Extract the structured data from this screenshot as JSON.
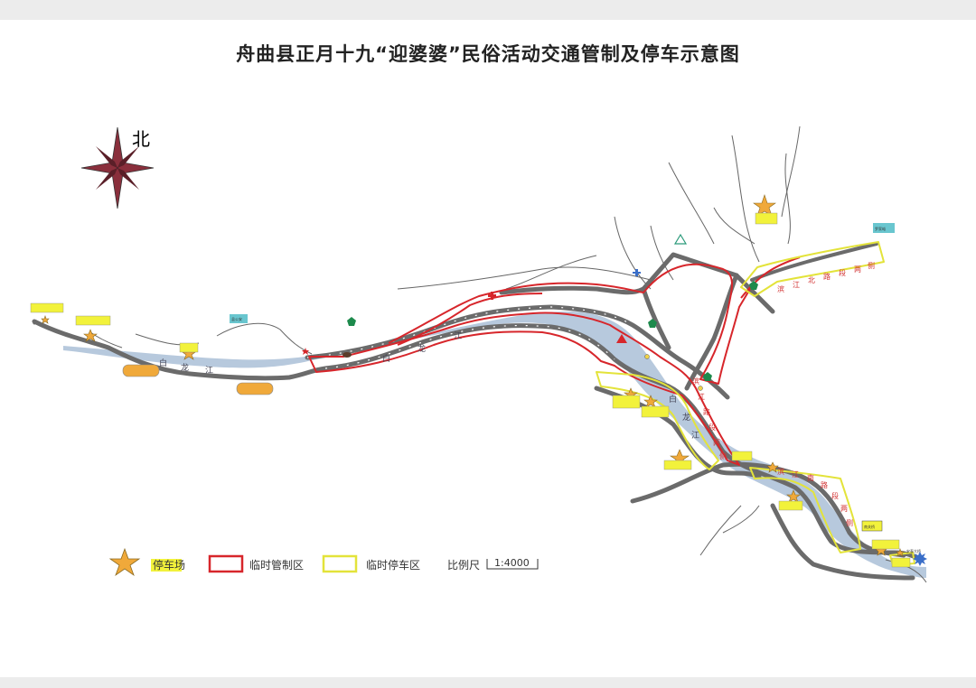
{
  "title": "舟曲县正月十九“迎婆婆”民俗活动交通管制及停车示意图",
  "compass": {
    "label": "北"
  },
  "river_name_chars": [
    "白",
    "龙",
    "江"
  ],
  "road_labels": {
    "north_road_chars": [
      "滨",
      "江",
      "北",
      "路",
      "段",
      "两",
      "侧"
    ],
    "south_road_chars": [
      "滨",
      "江",
      "路",
      "段",
      "两",
      "侧",
      "停",
      "放"
    ],
    "east_south_chars": [
      "滨",
      "江",
      "南",
      "路",
      "段",
      "两",
      "侧"
    ]
  },
  "legend": {
    "parking_lot": "停车场",
    "control_zone": "临时管制区",
    "temp_parking": "临时停车区",
    "scale_label": "比例尺",
    "scale_value": "1:4000"
  },
  "place_labels": {
    "cyan_box_left": "县公安",
    "cyan_box_right": "罗家峪",
    "yellow_box_bottom": "南关桥",
    "bottom_right": "安泰大桥"
  },
  "colors": {
    "road": "#6b6b6b",
    "river": "#b7c9dd",
    "control": "#d7262b",
    "parking_zone": "#e3e33a",
    "star": "#f0a93a",
    "compass": "#8a2f3c"
  }
}
